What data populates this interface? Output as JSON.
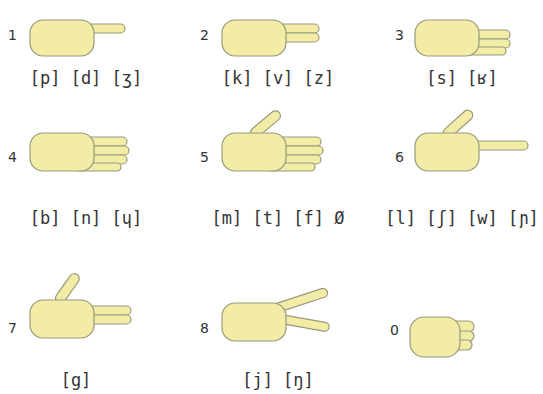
{
  "diagram": {
    "labels": [
      "1",
      "[p] [d] [ʒ]",
      "2",
      "[k] [v] [z]",
      "3",
      "[s] [ʁ]",
      "4",
      "[b] [n] [ɥ]",
      "5",
      "[m] [t] [f] Ø",
      "6",
      "[l] [ʃ] [w] [ɲ]",
      "7",
      "[g]",
      "8",
      "[j] [ŋ]",
      "0"
    ]
  }
}
